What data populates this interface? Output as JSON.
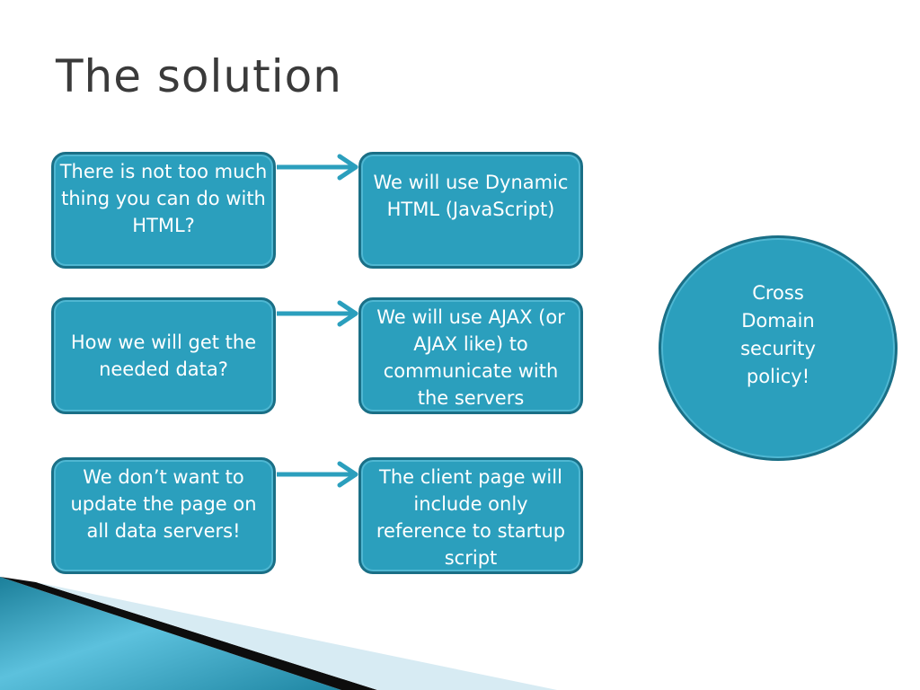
{
  "slide": {
    "title": "The solution"
  },
  "problems": [
    {
      "text": "There is not too much thing you can do with HTML?"
    },
    {
      "text": "How we will get the needed data?"
    },
    {
      "text": "We don’t want to update the page on all data servers!"
    }
  ],
  "solutions": [
    {
      "text": "We will use Dynamic HTML (JavaScript)"
    },
    {
      "text": "We will use AJAX (or AJAX like) to communicate with the servers"
    },
    {
      "text": "The client page will include only reference to startup script"
    }
  ],
  "issue": {
    "text": "Cross Domain security policy!"
  },
  "colors": {
    "box_fill": "#2b9fbd",
    "box_border": "#1a6f86",
    "arrow": "#2b9fbd",
    "title": "#3a3a3a"
  }
}
